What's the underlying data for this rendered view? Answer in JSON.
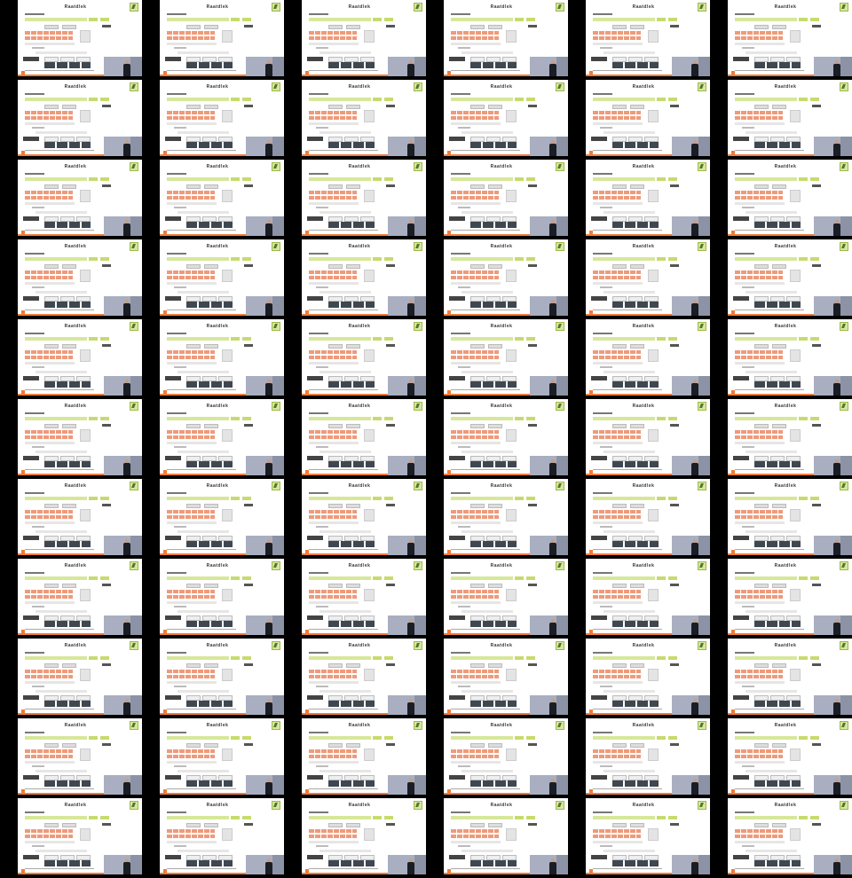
{
  "layout": {
    "columns": 6,
    "rows": 11
  },
  "slide_title": "Raatdlek",
  "colors": {
    "background": "#000000",
    "slide": "#ffffff",
    "green": "#d7e79a",
    "orange": "#ef9a7a",
    "accent": "#f07c3a",
    "dark": "#3f4750"
  }
}
